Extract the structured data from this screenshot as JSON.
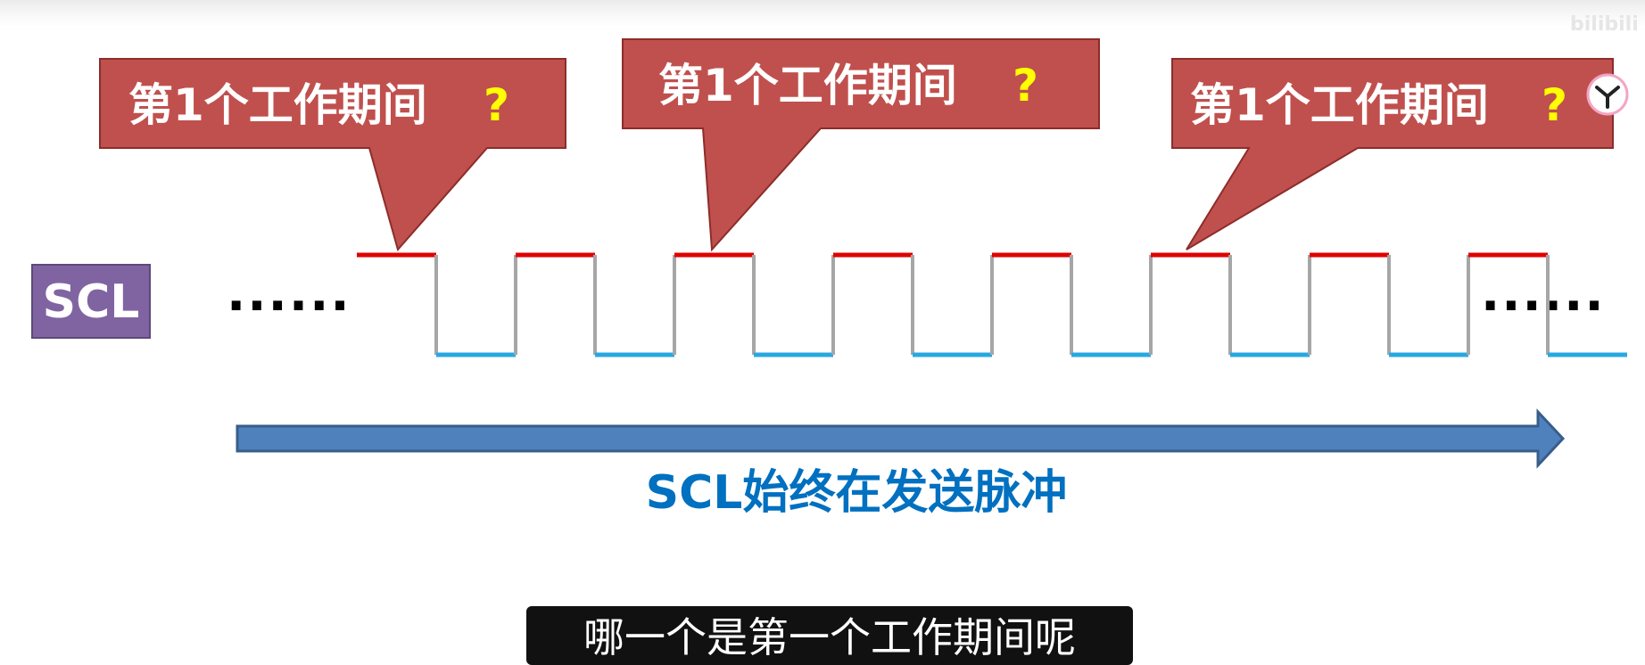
{
  "callouts": [
    {
      "text": "第1个工作期间",
      "question": "?"
    },
    {
      "text": "第1个工作期间",
      "question": "?"
    },
    {
      "text": "第1个工作期间",
      "question": "?"
    }
  ],
  "signal": {
    "label": "SCL",
    "left_dots": "......",
    "right_dots": "......",
    "levels": [
      1,
      0,
      1,
      0,
      1,
      0,
      1,
      0,
      1,
      0,
      1,
      0,
      1,
      0,
      1,
      0
    ]
  },
  "arrow": {
    "label": "SCL始终在发送脉冲"
  },
  "subtitle": {
    "text": "哪一个是第一个工作期间呢"
  },
  "watermark": {
    "text": "bilibili"
  },
  "colors": {
    "callout_fill": "#c0504d",
    "callout_stroke": "#8c2d2a",
    "question_mark": "#ffff00",
    "scl_box": "#8064a2",
    "high_level": "#e00000",
    "low_level": "#28a8e0",
    "edge": "#a6a6a6",
    "arrow_fill": "#4f81bd",
    "arrow_stroke": "#385d8a",
    "arrow_label": "#0070c0",
    "subtitle_bg": "#111111"
  },
  "icons": {
    "corner_badge": "app-badge-icon"
  }
}
